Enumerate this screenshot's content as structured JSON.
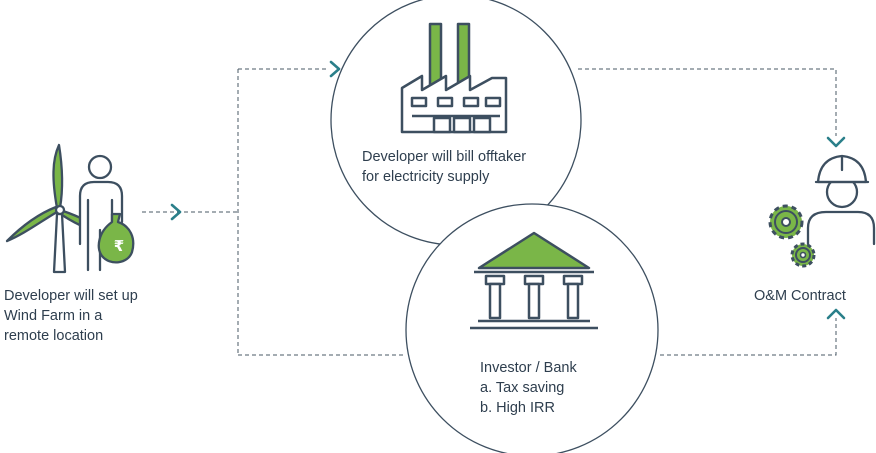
{
  "nodes": {
    "developer": {
      "lines": [
        "Developer will set up",
        "Wind Farm in a",
        "remote location"
      ],
      "icon": "wind-turbine-investor-icon"
    },
    "offtaker": {
      "lines": [
        "Developer will bill offtaker",
        "for electricity supply"
      ],
      "icon": "factory-icon"
    },
    "bank": {
      "lines": [
        "Investor / Bank",
        "a. Tax saving",
        "b. High IRR"
      ],
      "icon": "bank-icon"
    },
    "om": {
      "lines": [
        "O&M Contract"
      ],
      "icon": "engineer-gears-icon"
    }
  },
  "icons": {
    "currency": "₹"
  },
  "colors": {
    "accent": "#7ab648",
    "outline": "#3d4f60",
    "arrow": "#2a7f8a",
    "text": "#2e3e4e"
  }
}
